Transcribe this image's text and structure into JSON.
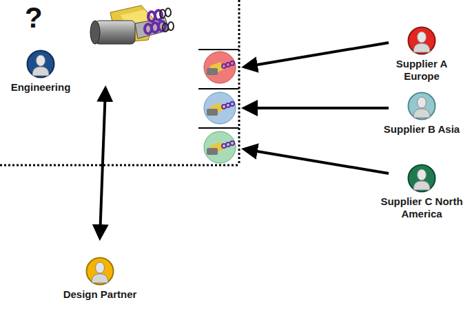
{
  "diagram": {
    "nodes": [
      {
        "text": [
          "Engineering"
        ]
      },
      {
        "text": [
          "Supplier A Europe"
        ]
      },
      {
        "text": [
          "Supplier B Asia"
        ]
      },
      {
        "text": [
          "Supplier C North America"
        ]
      },
      {
        "text": [
          "Design Partner"
        ]
      }
    ],
    "labels": [
      "?"
    ]
  }
}
